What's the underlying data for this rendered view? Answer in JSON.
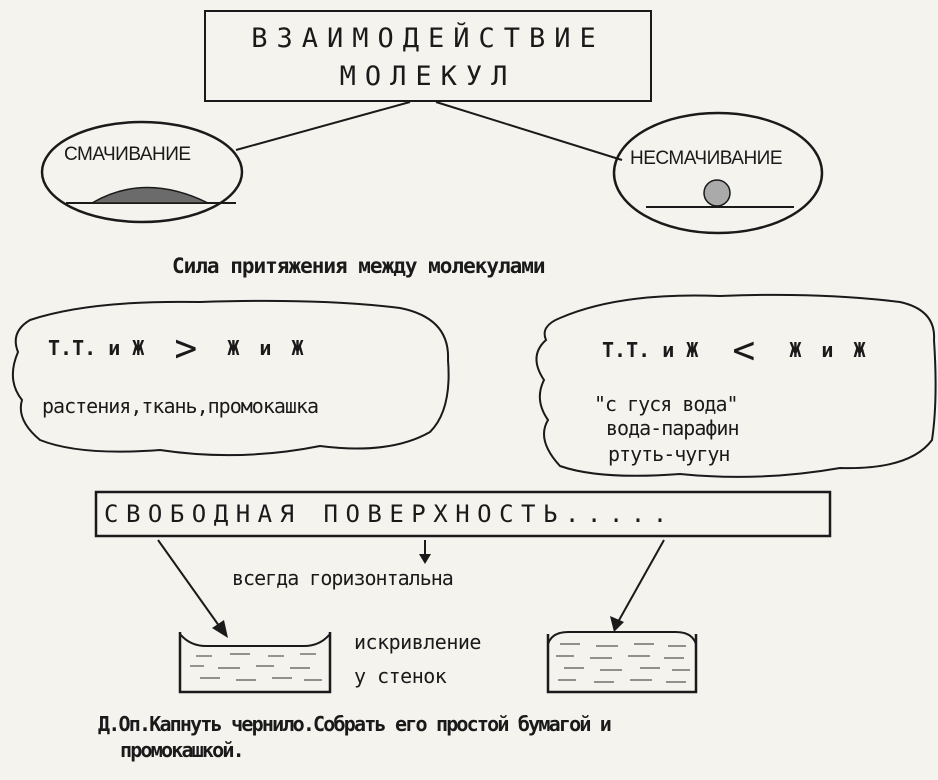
{
  "title": {
    "line1": "ВЗАИМОДЕЙСТВИЕ",
    "line2": "МОЛЕКУЛ"
  },
  "wetting": {
    "label": "СМАЧИВАНИЕ"
  },
  "nonwetting": {
    "label": "НЕСМАЧИВАНИЕ"
  },
  "attraction": {
    "caption": "Сила притяжения между молекулами"
  },
  "left_cloud": {
    "formula_left": "Т.Т. и Ж",
    "relation": ">",
    "formula_right": "Ж и Ж",
    "examples": "растения,ткань,промокашка"
  },
  "right_cloud": {
    "formula_left": "Т.Т. и Ж",
    "relation": "<",
    "formula_right": "Ж и Ж",
    "examples": [
      "\"с гуся вода\"",
      "вода-парафин",
      "ртуть-чугун"
    ]
  },
  "surface": {
    "label": "СВОБОДНАЯ ПОВЕРХНОСТЬ.....",
    "note": "всегда горизонтальна",
    "curvature_line1": "искривление",
    "curvature_line2": "у стенок"
  },
  "experiment": {
    "line1": "Д.Оп.Капнуть чернило.Собрать его простой бумагой и",
    "line2": "промокашкой."
  }
}
